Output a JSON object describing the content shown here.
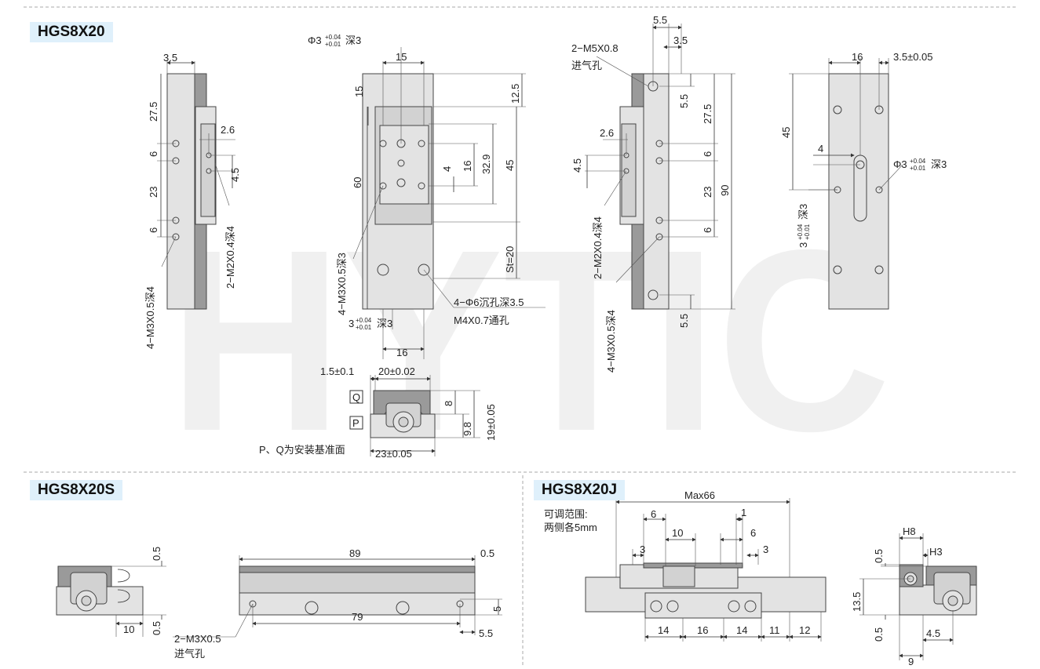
{
  "sections": {
    "hgs8x20": "HGS8X20",
    "hgs8x20s": "HGS8X20S",
    "hgs8x20j": "HGS8X20J"
  },
  "watermark": "HYTIC",
  "view1": {
    "d_3_5": "3.5",
    "d_27_5": "27.5",
    "d_6a": "6",
    "d_23": "23",
    "d_6b": "6",
    "d_2_6": "2.6",
    "d_4_5": "4.5",
    "m2": "2−M2X0.4深4",
    "m3": "4−M3X0.5深4"
  },
  "view2": {
    "phi3": "Φ3",
    "tol_up": "+0.04",
    "tol_lo": "+0.01",
    "deep3": "深3",
    "d_15top": "15",
    "d_15side": "15",
    "d_12_5": "12.5",
    "d_60": "60",
    "d_4": "4",
    "d_16v": "16",
    "d_32_9": "32.9",
    "d_45": "45",
    "st": "St=20",
    "m3deep": "4−M3X0.5深3",
    "phi6": "4−Φ6沉孔深3.5",
    "m4": "M4X0.7通孔",
    "three": "3",
    "d_16h": "16"
  },
  "view3": {
    "d_5_5top": "5.5",
    "d_3_5": "3.5",
    "m5": "2−M5X0.8",
    "inlet": "进气孔",
    "d_5_5a": "5.5",
    "d_27_5": "27.5",
    "d_6a": "6",
    "d_23": "23",
    "d_6b": "6",
    "d_90": "90",
    "d_2_6": "2.6",
    "d_4_5": "4.5",
    "m2": "2−M2X0.4深4",
    "m3": "4−M3X0.5深4",
    "d_5_5b": "5.5"
  },
  "view4": {
    "d_16": "16",
    "d_3_5tol": "3.5±0.05",
    "d_45": "45",
    "d_4": "4",
    "phi3": "Φ3",
    "deep3": "深3",
    "three": "3"
  },
  "section_view": {
    "d_1_5": "1.5±0.1",
    "d_20": "20±0.02",
    "q": "Q",
    "p": "P",
    "d_8": "8",
    "d_9_8": "9.8",
    "d_19": "19±0.05",
    "note": "P、Q为安装基准面",
    "d_23": "23±0.05"
  },
  "s_views": {
    "d_0_5a": "0.5",
    "d_0_5b": "0.5",
    "d_10": "10",
    "d_89": "89",
    "d_0_5c": "0.5",
    "d_79": "79",
    "d_5": "5",
    "d_5_5": "5.5",
    "m3": "2−M3X0.5",
    "inlet": "进气孔"
  },
  "j_views": {
    "range_label": "可调范围:",
    "range_value": "两侧各5mm",
    "max66": "Max66",
    "d_6a": "6",
    "d_1": "1",
    "d_10": "10",
    "d_6b": "6",
    "d_3a": "3",
    "d_3b": "3",
    "d_14a": "14",
    "d_16": "16",
    "d_14b": "14",
    "d_11": "11",
    "d_12": "12",
    "h8": "H8",
    "h3": "H3",
    "d_0_5a": "0.5",
    "d_13_5": "13.5",
    "d_0_5b": "0.5",
    "d_4_5": "4.5",
    "d_9": "9"
  }
}
